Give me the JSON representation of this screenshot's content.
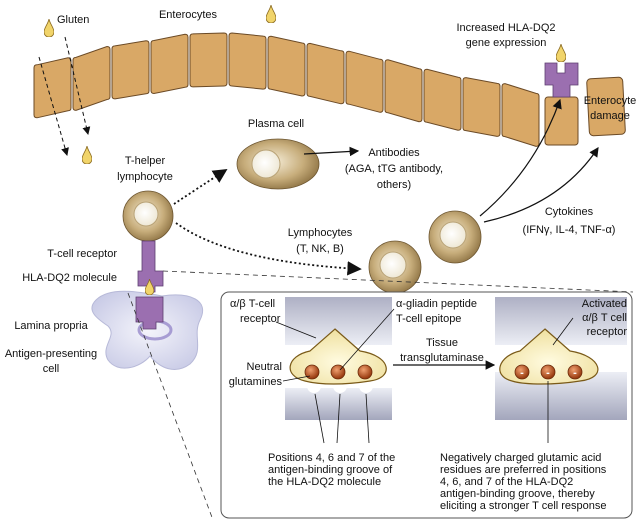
{
  "labels": {
    "gluten": "Gluten",
    "enterocytes": "Enterocytes",
    "increased_1": "Increased HLA-DQ2",
    "increased_2": "gene expression",
    "damage_1": "Enterocyte",
    "damage_2": "damage",
    "plasma_cell": "Plasma cell",
    "antibodies_1": "Antibodies",
    "antibodies_2": "(AGA, tTG antibody,",
    "antibodies_3": "others)",
    "thelper_1": "T-helper",
    "thelper_2": "lymphocyte",
    "lymphocytes_1": "Lymphocytes",
    "lymphocytes_2": "(T, NK, B)",
    "cytokines_1": "Cytokines",
    "cytokines_2": "(IFNγ, IL-4, TNF-α)",
    "tcr": "T-cell receptor",
    "hla": "HLA-DQ2 molecule",
    "lamina": "Lamina propria",
    "apc_1": "Antigen-presenting",
    "apc_2": "cell"
  },
  "inset": {
    "ab_tcr_1": "α/β T-cell",
    "ab_tcr_2": "receptor",
    "gliadin_1": "α-gliadin peptide",
    "gliadin_2": "T-cell epitope",
    "neutral_1": "Neutral",
    "neutral_2": "glutamines",
    "tissue_1": "Tissue",
    "tissue_2": "transglutaminase",
    "activated_1": "Activated",
    "activated_2": "α/β T cell",
    "activated_3": "receptor",
    "charge_symbol": "-",
    "positions": [
      "Positions 4, 6 and 7 of the",
      "antigen-binding groove of",
      "the HLA-DQ2 molecule"
    ],
    "negative": [
      "Negatively charged glutamic acid",
      "residues are preferred in positions",
      "4, 6, and 7 of the HLA-DQ2",
      "antigen-binding groove, thereby",
      "eliciting a stronger T cell response"
    ]
  },
  "colors": {
    "enterocyte": "#d9a866",
    "enterocyte_stroke": "#6b4a26",
    "hla_purple": "#9b6fb0",
    "gluten": "#f1d46a",
    "cell": "#b99d6a",
    "apc": "#dfe0f2",
    "glutamine": "#b5521f"
  }
}
